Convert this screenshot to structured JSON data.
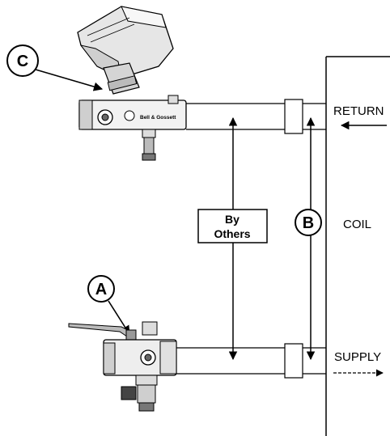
{
  "labels": {
    "callout_a": "A",
    "callout_b": "B",
    "callout_c": "C",
    "by_others_line1": "By",
    "by_others_line2": "Others",
    "return": "RETURN",
    "supply": "SUPPLY",
    "coil": "COIL",
    "valve_brand": "Bell & Gossett"
  }
}
